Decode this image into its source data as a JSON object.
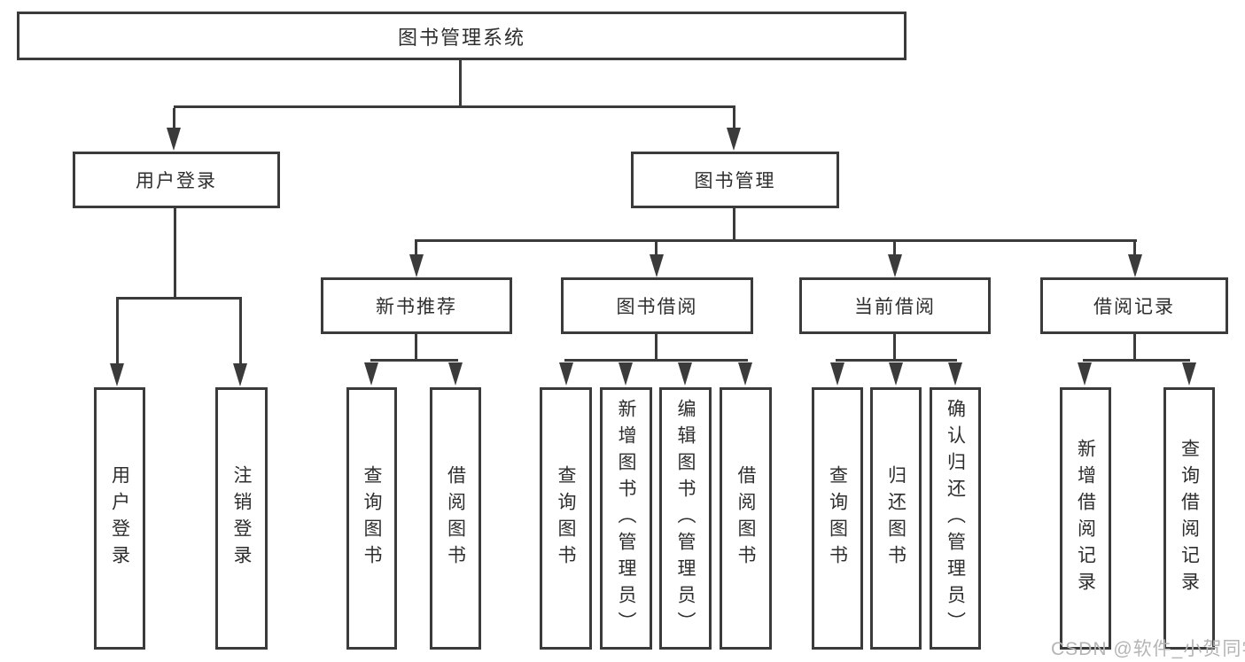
{
  "diagram": {
    "root": {
      "label": "图书管理系统"
    },
    "level2": [
      {
        "label": "用户登录",
        "children": [
          {
            "label": "用户登录"
          },
          {
            "label": "注销登录"
          }
        ]
      },
      {
        "label": "图书管理",
        "groups": [
          {
            "label": "新书推荐",
            "children": [
              {
                "label": "查询图书"
              },
              {
                "label": "借阅图书"
              }
            ]
          },
          {
            "label": "图书借阅",
            "children": [
              {
                "label": "查询图书"
              },
              {
                "label": "新增图书（管理员）"
              },
              {
                "label": "编辑图书（管理员）"
              },
              {
                "label": "借阅图书"
              }
            ]
          },
          {
            "label": "当前借阅",
            "children": [
              {
                "label": "查询图书"
              },
              {
                "label": "归还图书"
              },
              {
                "label": "确认归还（管理员）"
              }
            ]
          },
          {
            "label": "借阅记录",
            "children": [
              {
                "label": "新增借阅记录"
              },
              {
                "label": "查询借阅记录"
              }
            ]
          }
        ]
      }
    ]
  },
  "watermark": {
    "text": "CSDN @软件_小贺同学"
  },
  "colors": {
    "background": "#ffffff",
    "line": "#3b3b3b",
    "box_border": "#3b3b3b",
    "box_fill": "#ffffff",
    "text": "#2e2e2e",
    "watermark": "#b5b5b5"
  }
}
